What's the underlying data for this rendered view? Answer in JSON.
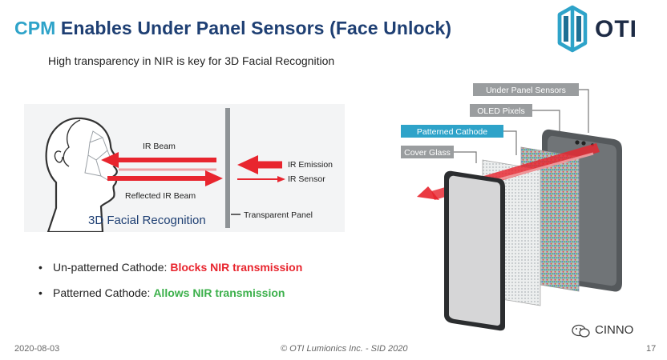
{
  "title": {
    "prefix": "CPM",
    "main": "Enables Under Panel Sensors (Face Unlock)"
  },
  "subtitle": "High transparency in NIR is key for 3D Facial Recognition",
  "logo": {
    "text": "OTI"
  },
  "diagram": {
    "ir_beam": "IR Beam",
    "reflected": "Reflected IR Beam",
    "ir_emission": "IR Emission",
    "ir_sensor": "IR Sensor",
    "transparent_panel": "Transparent Panel",
    "caption": "3D Facial Recognition"
  },
  "phone": {
    "under_panel": "Under Panel Sensors",
    "oled": "OLED Pixels",
    "patterned": "Patterned Cathode",
    "cover": "Cover Glass"
  },
  "bullets": [
    {
      "label": "Un-patterned Cathode:",
      "value": "Blocks NIR transmission"
    },
    {
      "label": "Patterned Cathode:",
      "value": "Allows NIR transmission"
    }
  ],
  "colors": {
    "navy": "#1e3f73",
    "cyan": "#2ea3c9",
    "red": "#e8252e",
    "green": "#3cb04b"
  },
  "footer": {
    "date": "2020-08-03",
    "copyright": "© OTI Lumionics Inc. - SID 2020",
    "page": "17"
  },
  "watermark": "CINNO"
}
